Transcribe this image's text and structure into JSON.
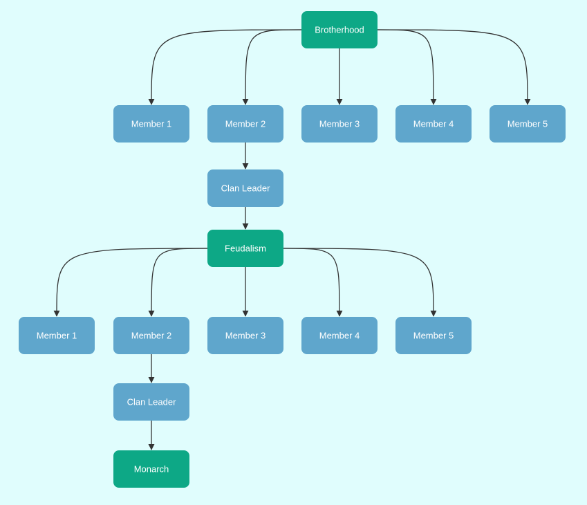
{
  "colors": {
    "background": "#e0fdfd",
    "primary_node": "#0da886",
    "member_node": "#5fa6cc",
    "node_text": "#ffffff",
    "edge": "#333333"
  },
  "nodes": {
    "brotherhood": {
      "label": "Brotherhood",
      "kind": "primary"
    },
    "m1a": {
      "label": "Member 1",
      "kind": "member"
    },
    "m2a": {
      "label": "Member 2",
      "kind": "member"
    },
    "m3a": {
      "label": "Member 3",
      "kind": "member"
    },
    "m4a": {
      "label": "Member 4",
      "kind": "member"
    },
    "m5a": {
      "label": "Member 5",
      "kind": "member"
    },
    "clan_leader_a": {
      "label": "Clan Leader",
      "kind": "member"
    },
    "feudalism": {
      "label": "Feudalism",
      "kind": "primary"
    },
    "m1b": {
      "label": "Member 1",
      "kind": "member"
    },
    "m2b": {
      "label": "Member 2",
      "kind": "member"
    },
    "m3b": {
      "label": "Member 3",
      "kind": "member"
    },
    "m4b": {
      "label": "Member 4",
      "kind": "member"
    },
    "m5b": {
      "label": "Member 5",
      "kind": "member"
    },
    "clan_leader_b": {
      "label": "Clan Leader",
      "kind": "member"
    },
    "monarch": {
      "label": "Monarch",
      "kind": "primary"
    }
  },
  "edges": [
    {
      "from": "brotherhood",
      "to": "m1a"
    },
    {
      "from": "brotherhood",
      "to": "m2a"
    },
    {
      "from": "brotherhood",
      "to": "m3a"
    },
    {
      "from": "brotherhood",
      "to": "m4a"
    },
    {
      "from": "brotherhood",
      "to": "m5a"
    },
    {
      "from": "m2a",
      "to": "clan_leader_a"
    },
    {
      "from": "clan_leader_a",
      "to": "feudalism"
    },
    {
      "from": "feudalism",
      "to": "m1b"
    },
    {
      "from": "feudalism",
      "to": "m2b"
    },
    {
      "from": "feudalism",
      "to": "m3b"
    },
    {
      "from": "feudalism",
      "to": "m4b"
    },
    {
      "from": "feudalism",
      "to": "m5b"
    },
    {
      "from": "m2b",
      "to": "clan_leader_b"
    },
    {
      "from": "clan_leader_b",
      "to": "monarch"
    }
  ]
}
